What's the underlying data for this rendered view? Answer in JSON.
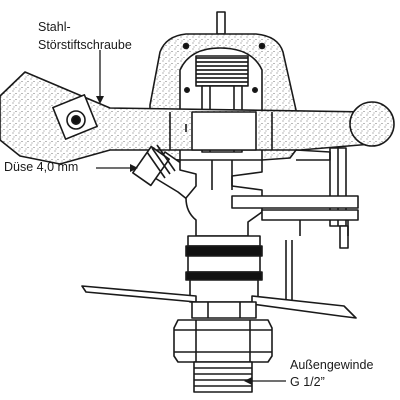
{
  "labels": {
    "pin_screw_line1": "Stahl-",
    "pin_screw_line2": "Störstiftschraube",
    "nozzle": "Düse 4,0 mm",
    "thread_line1": "Außengewinde",
    "thread_line2": "G 1/2”"
  },
  "colors": {
    "line": "#1a1a1a",
    "stipple": "#555555",
    "body_fill": "#ffffff"
  }
}
